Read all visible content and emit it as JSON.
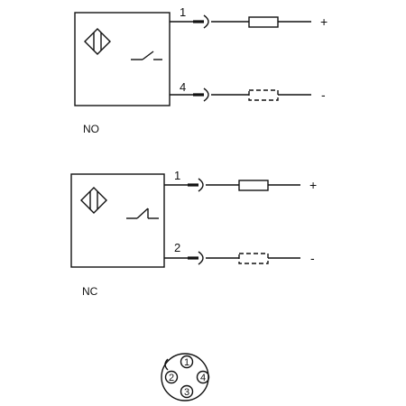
{
  "sections": {
    "no": {
      "label": "NO",
      "pin_top": "1",
      "pin_bottom": "4",
      "sign_top": "+",
      "sign_bottom": "-"
    },
    "nc": {
      "label": "NC",
      "pin_top": "1",
      "pin_bottom": "2",
      "sign_top": "+",
      "sign_bottom": "-"
    }
  },
  "connector": {
    "pins": [
      "1",
      "2",
      "3",
      "4"
    ]
  },
  "colors": {
    "ink": "#111111",
    "background": "#ffffff"
  }
}
